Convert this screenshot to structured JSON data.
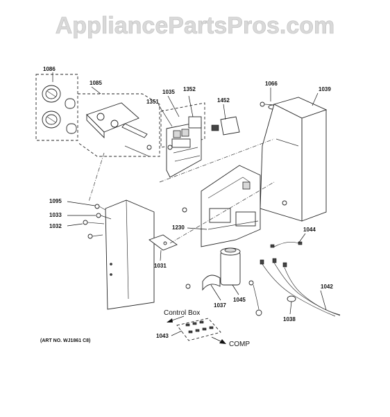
{
  "watermark": "AppliancePartsPros.com",
  "art_number": "(ART NO. WJ1861 C8)",
  "labels": {
    "control_box": "Control Box",
    "comp": "COMP"
  },
  "callouts": {
    "p1086": "1086",
    "p1085": "1085",
    "p1035": "1035",
    "p1352": "1352",
    "p1351": "1351",
    "p1452": "1452",
    "p1066": "1066",
    "p1039": "1039",
    "p1095": "1095",
    "p1033": "1033",
    "p1032": "1032",
    "p1230": "1230",
    "p1044": "1044",
    "p1031": "1031",
    "p1037": "1037",
    "p1045": "1045",
    "p1042": "1042",
    "p1038": "1038",
    "p1043": "1043"
  }
}
